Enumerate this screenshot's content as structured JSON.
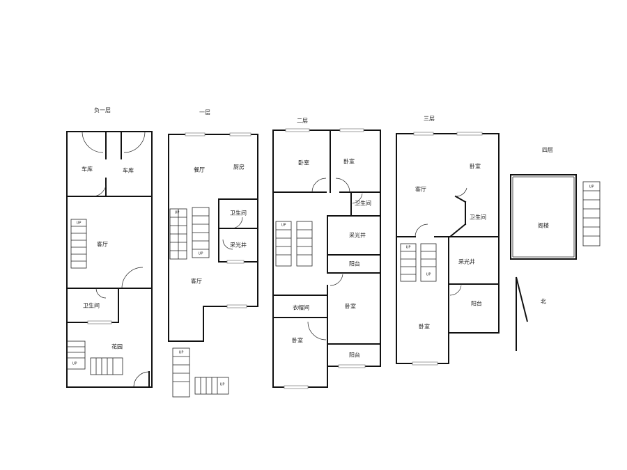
{
  "floors": {
    "b1": {
      "title": "负一层",
      "rooms": {
        "garage_a": "车库",
        "garage_b": "车库",
        "living": "客厅",
        "bath": "卫生间",
        "garden": "花园"
      },
      "stairs": [
        "UP",
        "UP"
      ]
    },
    "f1": {
      "title": "一层",
      "rooms": {
        "dining": "餐厅",
        "kitchen": "厨房",
        "bath": "卫生间",
        "lightwell": "采光井",
        "living": "客厅"
      },
      "stairs": [
        "UP",
        "UP",
        "UP",
        "UP"
      ]
    },
    "f2": {
      "title": "二层",
      "rooms": {
        "bed1": "卧室",
        "bed2": "卧室",
        "bath": "卫生间",
        "lightwell": "采光井",
        "balcony1": "阳台",
        "storage": "衣帽间",
        "bed3": "卧室",
        "bed4": "卧室",
        "balcony2": "阳台"
      },
      "stairs": [
        "UP"
      ]
    },
    "f3": {
      "title": "三层",
      "rooms": {
        "living": "客厅",
        "bed1": "卧室",
        "bath": "卫生间",
        "lightwell": "采光井",
        "balcony": "阳台",
        "bed2": "卧室"
      },
      "stairs": [
        "UP",
        "UP"
      ]
    },
    "f4": {
      "title": "四层",
      "rooms": {
        "attic": "阁楼"
      },
      "stairs": [
        "UP"
      ]
    }
  },
  "north": "北"
}
